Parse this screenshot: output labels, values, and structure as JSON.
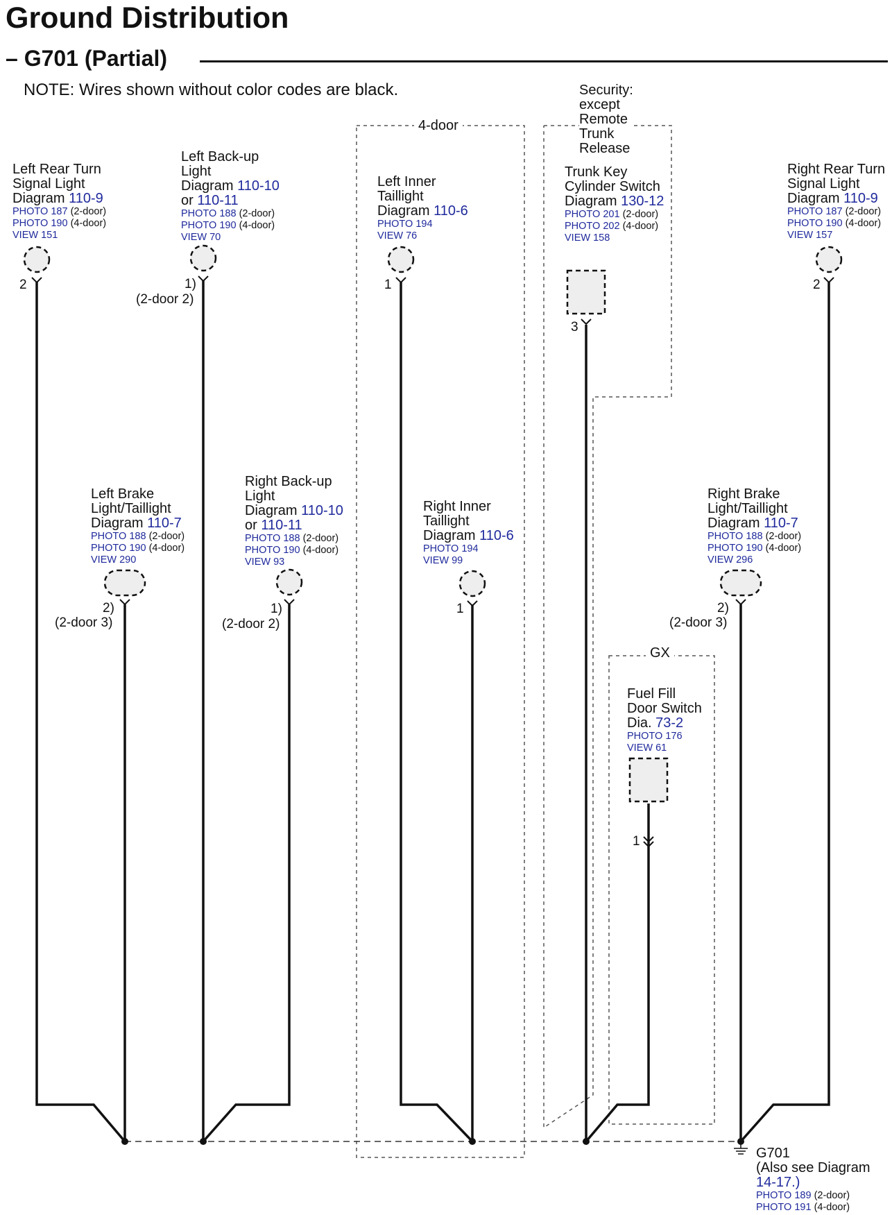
{
  "header": {
    "title": "Ground Distribution",
    "subtitle": "– G701 (Partial)",
    "note": "NOTE: Wires shown without color codes are black."
  },
  "boxes": {
    "four_door": "4-door",
    "security": [
      "Security:",
      "except",
      "Remote",
      "Trunk",
      "Release"
    ],
    "gx": "GX"
  },
  "components": {
    "left_rear_turn": {
      "name": [
        "Left Rear Turn",
        "Signal Light"
      ],
      "diagram_prefix": "Diagram",
      "diagram": "110-9",
      "photo1": "PHOTO 187",
      "photo1_note": "(2-door)",
      "photo2": "PHOTO 190",
      "photo2_note": "(4-door)",
      "view": "VIEW 151",
      "pin": "2"
    },
    "left_backup": {
      "name": [
        "Left Back-up",
        "Light"
      ],
      "diagram_prefix": "Diagram",
      "diagram": "110-10",
      "or_prefix": "or",
      "diagram_alt": "110-11",
      "photo1": "PHOTO 188",
      "photo1_note": "(2-door)",
      "photo2": "PHOTO 190",
      "photo2_note": "(4-door)",
      "view": "VIEW 70",
      "pin": "1)",
      "pin_alt": "(2-door 2)"
    },
    "left_inner_tail": {
      "name": [
        "Left Inner",
        "Taillight"
      ],
      "diagram_prefix": "Diagram",
      "diagram": "110-6",
      "photo1": "PHOTO 194",
      "view": "VIEW 76",
      "pin": "1"
    },
    "trunk_key": {
      "name": [
        "Trunk Key",
        "Cylinder Switch"
      ],
      "diagram_prefix": "Diagram",
      "diagram": "130-12",
      "photo1": "PHOTO 201",
      "photo1_note": "(2-door)",
      "photo2": "PHOTO 202",
      "photo2_note": "(4-door)",
      "view": "VIEW 158",
      "pin": "3"
    },
    "right_rear_turn": {
      "name": [
        "Right Rear Turn",
        "Signal Light"
      ],
      "diagram_prefix": "Diagram",
      "diagram": "110-9",
      "photo1": "PHOTO 187",
      "photo1_note": "(2-door)",
      "photo2": "PHOTO 190",
      "photo2_note": "(4-door)",
      "view": "VIEW 157",
      "pin": "2"
    },
    "left_brake": {
      "name": [
        "Left Brake",
        "Light/Taillight"
      ],
      "diagram_prefix": "Diagram",
      "diagram": "110-7",
      "photo1": "PHOTO 188",
      "photo1_note": "(2-door)",
      "photo2": "PHOTO 190",
      "photo2_note": "(4-door)",
      "view": "VIEW 290",
      "pin": "2)",
      "pin_alt": "(2-door 3)"
    },
    "right_backup": {
      "name": [
        "Right Back-up",
        "Light"
      ],
      "diagram_prefix": "Diagram",
      "diagram": "110-10",
      "or_prefix": "or",
      "diagram_alt": "110-11",
      "photo1": "PHOTO 188",
      "photo1_note": "(2-door)",
      "photo2": "PHOTO 190",
      "photo2_note": "(4-door)",
      "view": "VIEW 93",
      "pin": "1)",
      "pin_alt": "(2-door 2)"
    },
    "right_inner_tail": {
      "name": [
        "Right Inner",
        "Taillight"
      ],
      "diagram_prefix": "Diagram",
      "diagram": "110-6",
      "photo1": "PHOTO 194",
      "view": "VIEW 99",
      "pin": "1"
    },
    "right_brake": {
      "name": [
        "Right Brake",
        "Light/Taillight"
      ],
      "diagram_prefix": "Diagram",
      "diagram": "110-7",
      "photo1": "PHOTO 188",
      "photo1_note": "(2-door)",
      "photo2": "PHOTO 190",
      "photo2_note": "(4-door)",
      "view": "VIEW 296",
      "pin": "2)",
      "pin_alt": "(2-door 3)"
    },
    "fuel_fill": {
      "name": [
        "Fuel Fill",
        "Door Switch"
      ],
      "diagram_prefix": "Dia.",
      "diagram": "73-2",
      "photo1": "PHOTO 176",
      "view": "VIEW 61",
      "pin": "1"
    }
  },
  "ground": {
    "name": "G701",
    "see_also": "(Also see Diagram",
    "diagram": "14-17.)",
    "photo1": "PHOTO 189",
    "photo1_note": "(2-door)",
    "photo2": "PHOTO 191",
    "photo2_note": "(4-door)"
  }
}
